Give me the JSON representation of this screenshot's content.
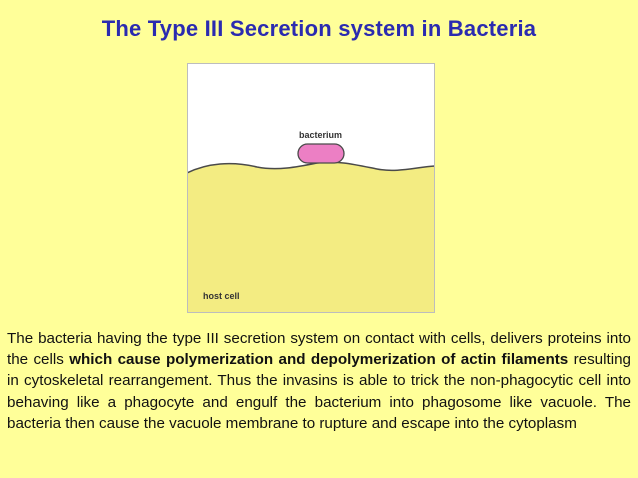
{
  "title": "The Type III Secretion system in Bacteria",
  "figure": {
    "bacterium_label": "bacterium",
    "host_cell_label": "host cell",
    "colors": {
      "background_slide": "#ffff99",
      "medium": "#ffffff",
      "host_cell": "#f3ec82",
      "bacterium": "#ec7fc4",
      "title": "#2b2bb0"
    }
  },
  "description": {
    "part1": "The bacteria having the type III secretion system on contact with cells, delivers proteins into the cells ",
    "part2_bold": "which cause polymerization and depolymerization of actin filaments",
    "part3": " resulting in cytoskeletal rearrangement. Thus the invasins is able to trick the non-phagocytic cell into behaving like a phagocyte and engulf the bacterium into phagosome like vacuole. The bacteria then cause the vacuole membrane to rupture and escape into the cytoplasm"
  }
}
